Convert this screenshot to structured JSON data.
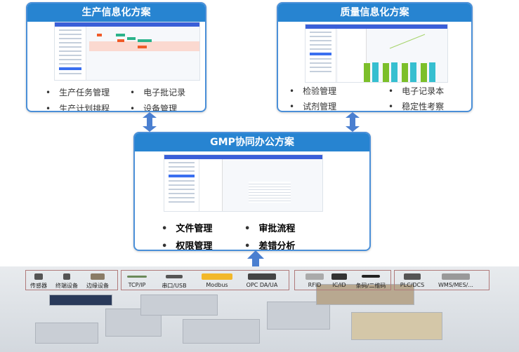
{
  "production": {
    "title": "生产信息化方案",
    "items": [
      "生产任务管理",
      "电子批记录",
      "生产计划排程",
      "设备管理"
    ]
  },
  "quality": {
    "title": "质量信息化方案",
    "items": [
      "检验管理",
      "电子记录本",
      "试剂管理",
      "稳定性考察"
    ]
  },
  "gmp": {
    "title": "GMP协同办公方案",
    "items": [
      "文件管理",
      "审批流程",
      "权限管理",
      "差错分析"
    ]
  },
  "devices": {
    "groups": [
      {
        "items": [
          "传感器",
          "终端设备",
          "边缘设备"
        ]
      },
      {
        "items": [
          "TCP/IP",
          "串口/USB",
          "Modbus",
          "OPC DA/UA"
        ]
      },
      {
        "items": [
          "RFID",
          "IC/ID",
          "条码/二维码"
        ]
      },
      {
        "items": [
          "PLC/DCS",
          "WMS/MES/..."
        ]
      }
    ]
  },
  "colors": {
    "header": "#2784d1",
    "border": "#4a8fd8",
    "arrow": "#4a7fd0"
  }
}
